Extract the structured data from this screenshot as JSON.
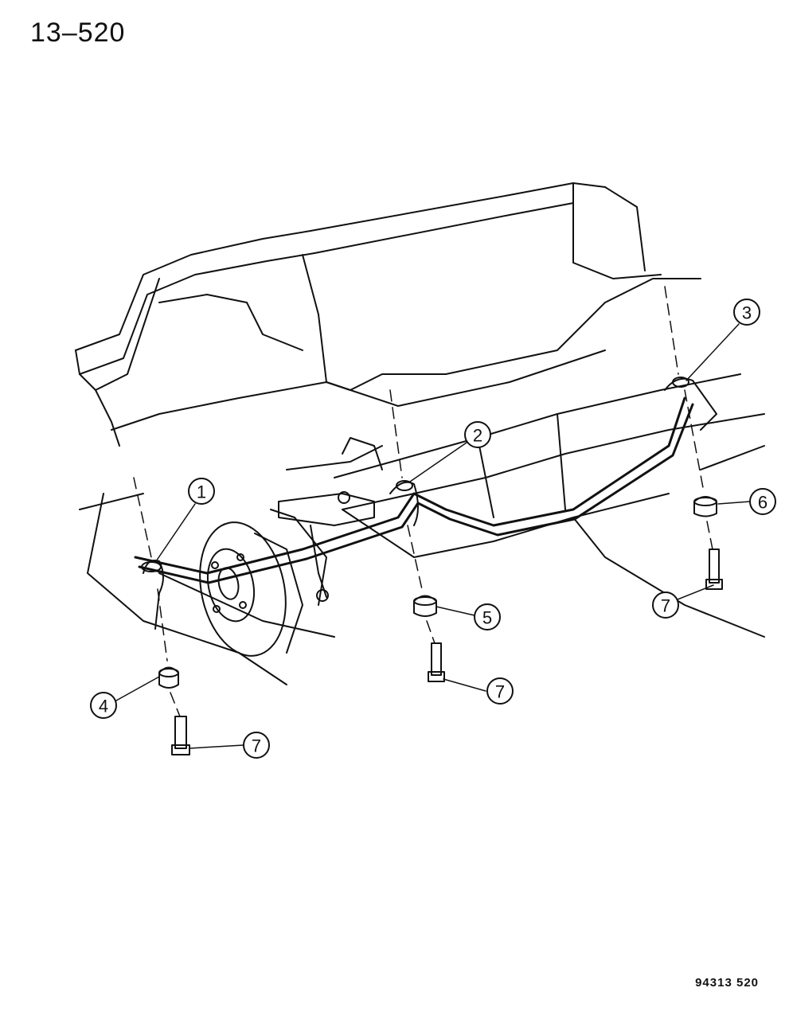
{
  "header": {
    "page_number": "13–520"
  },
  "footer": {
    "figure_code": "94313 520"
  },
  "callouts": [
    {
      "id": "callout-1",
      "label": "1"
    },
    {
      "id": "callout-2",
      "label": "2"
    },
    {
      "id": "callout-3",
      "label": "3"
    },
    {
      "id": "callout-4",
      "label": "4"
    },
    {
      "id": "callout-5",
      "label": "5"
    },
    {
      "id": "callout-6",
      "label": "6"
    },
    {
      "id": "callout-7a",
      "label": "7"
    },
    {
      "id": "callout-7b",
      "label": "7"
    },
    {
      "id": "callout-7c",
      "label": "7"
    }
  ]
}
